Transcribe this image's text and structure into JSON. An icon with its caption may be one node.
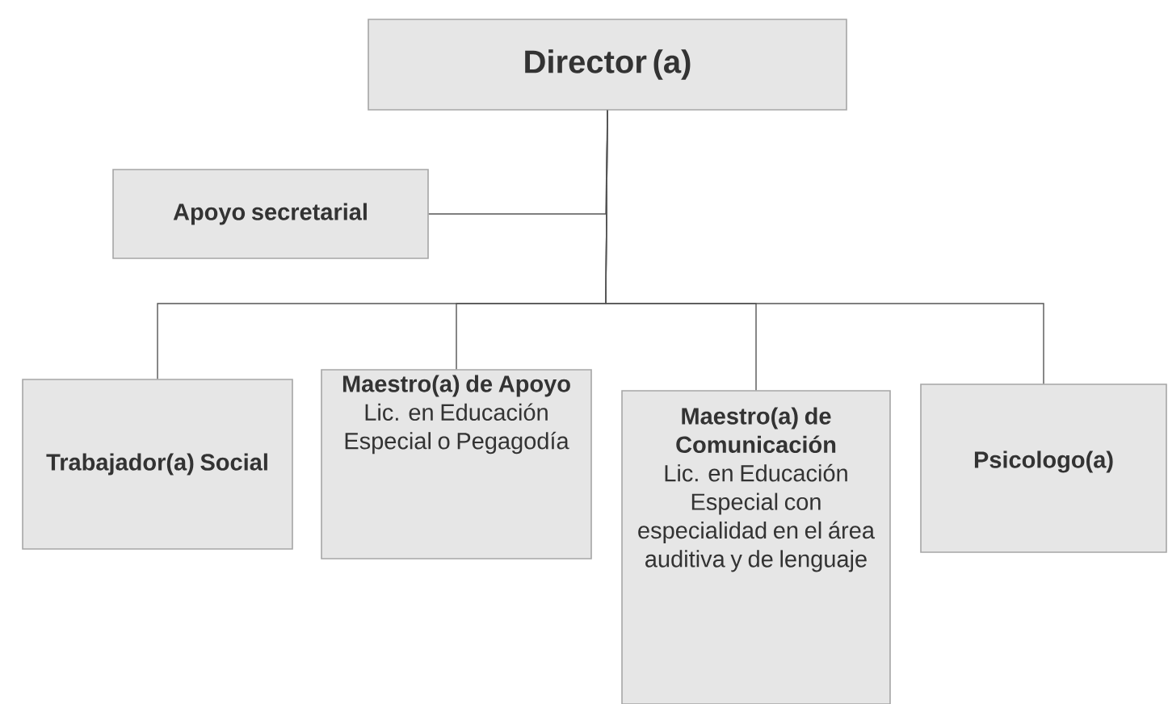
{
  "diagram": {
    "nodes": [
      {
        "text": [
          "Director (a)"
        ]
      },
      {
        "text": [
          "Apoyo secretarial"
        ]
      },
      {
        "text": [
          "Trabajador(a) Social"
        ]
      },
      {
        "text": [
          "Maestro(a) de Apoyo",
          "Lic. en Educación Especial o Pegagodía"
        ]
      },
      {
        "text": [
          "Maestro(a) de Comunicación",
          "Lic. en Educación Especial con especialidad en el área auditiva y de lenguaje"
        ]
      },
      {
        "text": [
          "Psicologo(a)"
        ]
      }
    ],
    "edges": [
      {
        "from": 0,
        "to": 1,
        "arrow": "none"
      },
      {
        "from": 0,
        "to": 2,
        "arrow": "none"
      },
      {
        "from": 0,
        "to": 3,
        "arrow": "none"
      },
      {
        "from": 0,
        "to": 4,
        "arrow": "none"
      },
      {
        "from": 0,
        "to": 5,
        "arrow": "none"
      }
    ]
  }
}
